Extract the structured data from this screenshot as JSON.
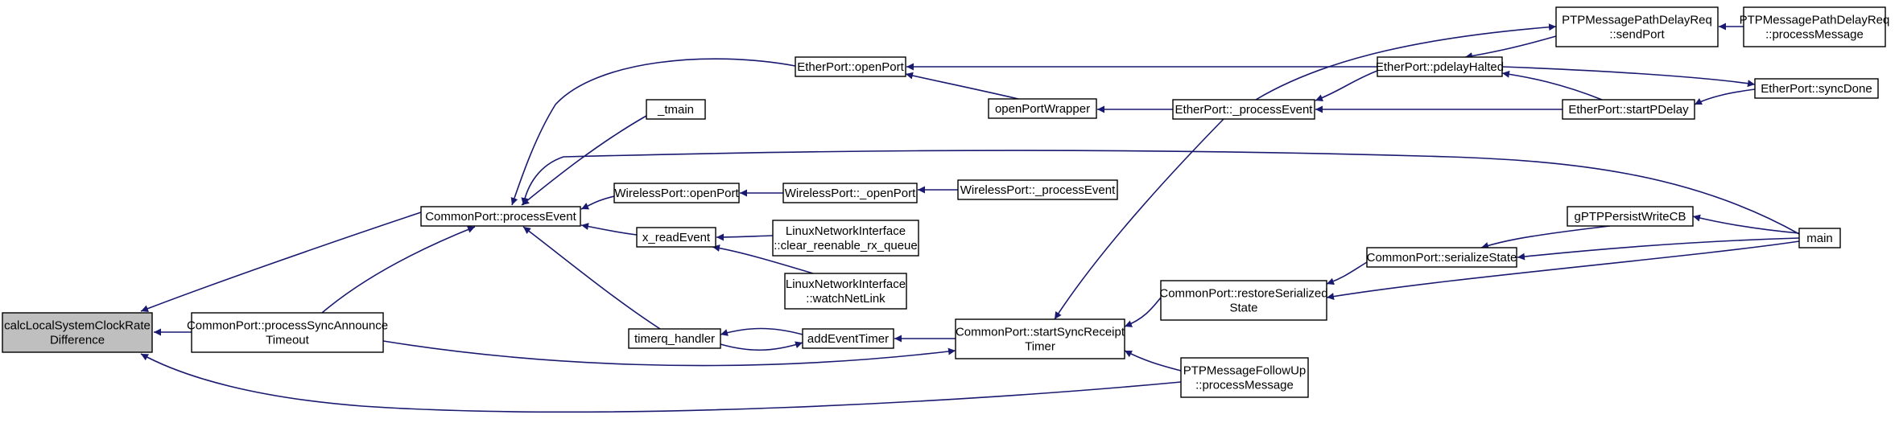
{
  "colors": {
    "edge": "#191970",
    "root_fill": "#bfbfbf",
    "node_fill": "#ffffff",
    "node_border": "#000000"
  },
  "nodes": {
    "calc": [
      "calcLocalSystemClockRate",
      "Difference"
    ],
    "cp_pe": [
      "CommonPort::processEvent"
    ],
    "cp_psat": [
      "CommonPort::processSyncAnnounce",
      "Timeout"
    ],
    "ep_open": [
      "EtherPort::openPort"
    ],
    "tmain": [
      "_tmain"
    ],
    "wp_open": [
      "WirelessPort::openPort"
    ],
    "x_read": [
      "x_readEvent"
    ],
    "timerq": [
      "timerq_handler"
    ],
    "opw": [
      "openPortWrapper"
    ],
    "wp__open": [
      "WirelessPort::_openPort"
    ],
    "lni_clear": [
      "LinuxNetworkInterface",
      "::clear_reenable_rx_queue"
    ],
    "lni_watch": [
      "LinuxNetworkInterface",
      "::watchNetLink"
    ],
    "addtimer": [
      "addEventTimer"
    ],
    "cp_ssrt": [
      "CommonPort::startSyncReceipt",
      "Timer"
    ],
    "ep__pe": [
      "EtherPort::_processEvent"
    ],
    "wp__pe": [
      "WirelessPort::_processEvent"
    ],
    "cp_rss": [
      "CommonPort::restoreSerialized",
      "State"
    ],
    "ptp_fu": [
      "PTPMessageFollowUp",
      "::processMessage"
    ],
    "pdr_send": [
      "PTPMessagePathDelayReq",
      "::sendPort"
    ],
    "ep_pdh": [
      "EtherPort::pdelayHalted"
    ],
    "ep_spd": [
      "EtherPort::startPDelay"
    ],
    "cp_ss": [
      "CommonPort::serializeState"
    ],
    "gptp_cb": [
      "gPTPPersistWriteCB"
    ],
    "pdr_pm": [
      "PTPMessagePathDelayReq",
      "::processMessage"
    ],
    "ep_sync": [
      "EtherPort::syncDone"
    ],
    "main": [
      "main"
    ]
  }
}
